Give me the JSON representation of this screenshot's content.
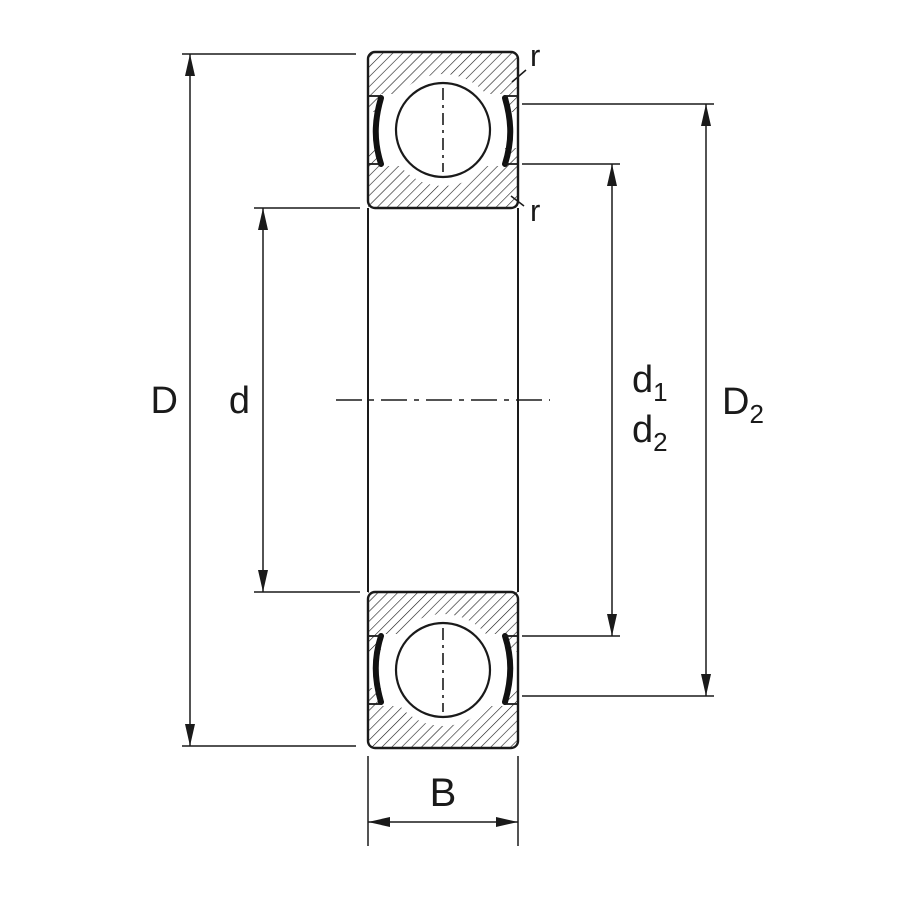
{
  "drawing": {
    "labels": {
      "D": "D",
      "d": "d",
      "d1": {
        "base": "d",
        "sub": "1"
      },
      "d2": {
        "base": "d",
        "sub": "2"
      },
      "D2": {
        "base": "D",
        "sub": "2"
      },
      "B": "B",
      "r_outer": "r",
      "r_inner": "r"
    },
    "colors": {
      "line": "#1a1a1a",
      "background": "#ffffff"
    }
  }
}
